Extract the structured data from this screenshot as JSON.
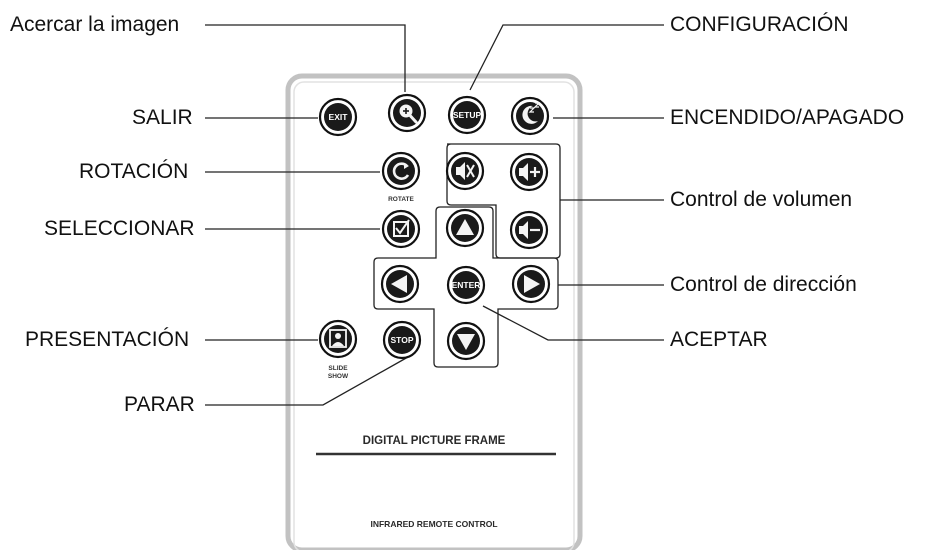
{
  "callouts": {
    "zoom": "Acercar la imagen",
    "setup": "CONFIGURACIÓN",
    "exit": "SALIR",
    "power": "ENCENDIDO/APAGADO",
    "rotate": "ROTACIÓN",
    "volume": "Control de volumen",
    "select": "SELECCIONAR",
    "direction": "Control de dirección",
    "slideshow": "PRESENTACIÓN",
    "enter": "ACEPTAR",
    "stop": "PARAR"
  },
  "remote": {
    "buttons": {
      "exit": "EXIT",
      "setup": "SETUP",
      "enter": "ENTER",
      "stop": "STOP"
    },
    "small_labels": {
      "rotate": "ROTATE",
      "slide_line1": "SLIDE",
      "slide_line2": "SHOW"
    },
    "title": "DIGITAL PICTURE FRAME",
    "footer": "INFRARED REMOTE CONTROL"
  },
  "colors": {
    "button_fill": "#1a1a1a",
    "outline": "#111111",
    "remote_border": "#bcbcbc"
  }
}
